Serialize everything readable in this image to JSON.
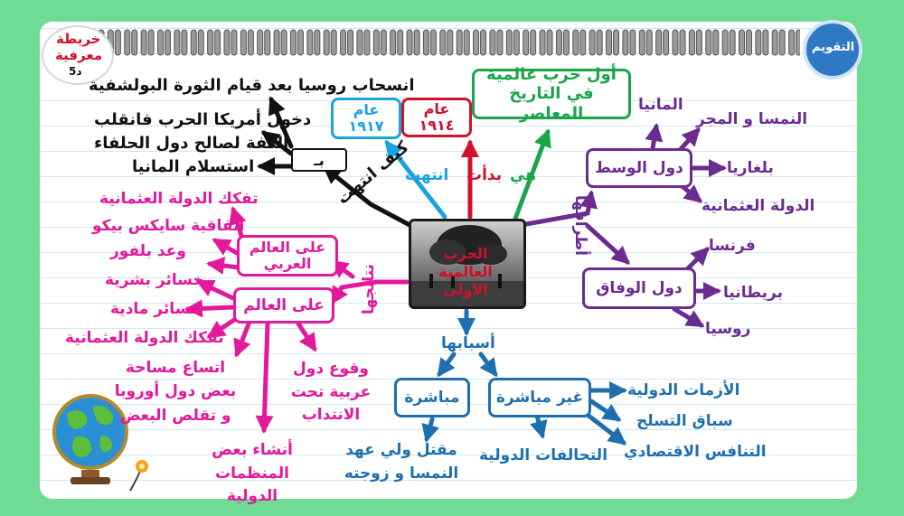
{
  "badge_left": {
    "line1": "خريطة",
    "line2": "معرفية",
    "line3": "د5"
  },
  "badge_right": {
    "label": "التقويم"
  },
  "center": {
    "title": "الحرب العالمية الأولى"
  },
  "top": {
    "hiya": "هي",
    "definition": "أول حرب عالمية في التاريخ المعاصر",
    "bada_at": "بدأت",
    "start_year": "عام ١٩١٤",
    "intahat": "انتهت",
    "end_year": "عام ١٩١٧",
    "kayfa": "كيف انتهت",
    "bi": "بـ",
    "end_reasons": [
      "انسحاب روسيا بعد قيام الثورة البولشفية",
      "دخول أمريكا الحرب فانقلب",
      "الكفة لصالح دول الحلفاء",
      "استسلام المانيا"
    ]
  },
  "right": {
    "connector": "أطرافها",
    "central_powers": {
      "label": "دول الوسط",
      "members": [
        "المانيا",
        "النمسا و المجر",
        "بلغاريا",
        "الدولة العثمانية"
      ]
    },
    "allies": {
      "label": "دول الوفاق",
      "members": [
        "فرنسا",
        "بريطانيا",
        "روسيا"
      ]
    }
  },
  "left": {
    "connector": "نتائجها",
    "arab_world": {
      "label": "على العالم العربي",
      "items": [
        "تفكك الدولة العثمانية",
        "اتفاقية سايكس بيكو",
        "وعد بلفور"
      ]
    },
    "world": {
      "label": "على العالم",
      "items": [
        "خسائر بشرية",
        "خسائر مادية",
        "تفكك الدولة العثمانية",
        "اتساع مساحة بعض دول أوروبا و تقلص البعض",
        "وقوع دول عربية تحت الانتداب",
        "أنشاء بعض المنظمات الدولية"
      ]
    }
  },
  "bottom": {
    "connector": "أسبابها",
    "direct": {
      "label": "مباشرة",
      "item": "مقتل ولي عهد النمسا و زوجته"
    },
    "indirect": {
      "label": "غير مباشرة",
      "items": [
        "الأزمات الدولية",
        "سباق التسلح",
        "التنافس الاقتصادي",
        "التحالفات الدولية"
      ]
    }
  },
  "colors": {
    "background": "#6fdc96",
    "black": "#111111",
    "purple": "#6a2c91",
    "pink": "#e3189a",
    "blue": "#1f6fb0",
    "green": "#1aa54a",
    "red": "#d0112b",
    "cyan": "#1aa3e0"
  }
}
